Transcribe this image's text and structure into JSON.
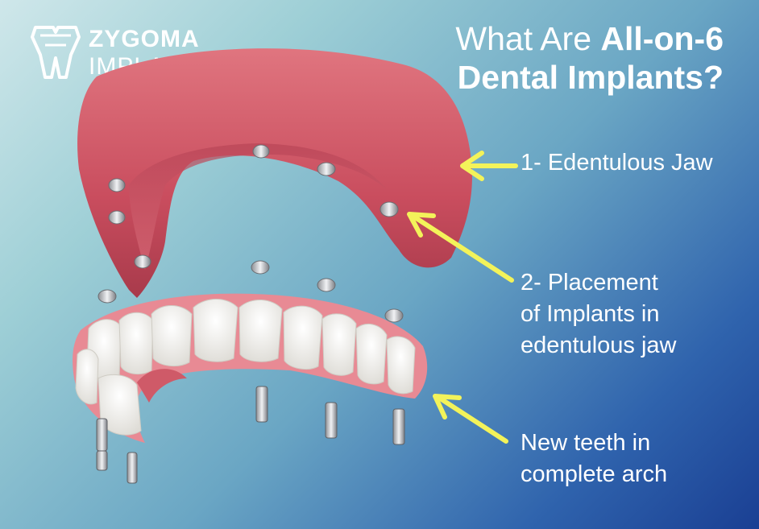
{
  "logo": {
    "line1": "ZYGOMA",
    "line2": "IMPLANT®"
  },
  "title": {
    "light": "What Are ",
    "bold_inline": "All-on-6",
    "bold_line2": "Dental Implants?"
  },
  "labels": [
    {
      "lines": [
        "1- Edentulous Jaw"
      ]
    },
    {
      "lines": [
        "2-  Placement",
        "of Implants in",
        "edentulous jaw"
      ]
    },
    {
      "lines": [
        "New teeth in",
        "complete arch"
      ]
    }
  ],
  "colors": {
    "arrow": "#f3f35a",
    "gum": "#d45c6b",
    "teeth": "#fbfbf9",
    "implant_metal": "#c8c9cc",
    "text": "#ffffff"
  }
}
